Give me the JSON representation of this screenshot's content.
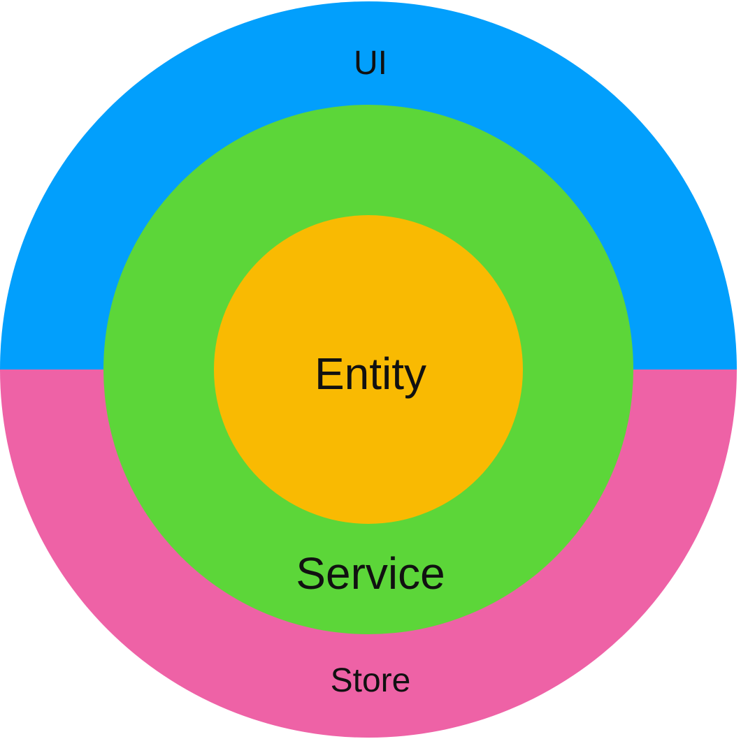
{
  "diagram": {
    "type": "concentric-rings",
    "background_color": "#FFFFFF",
    "label_color": "#111111",
    "layers": {
      "ui": {
        "label": "UI",
        "color": "#029FFC"
      },
      "store": {
        "label": "Store",
        "color": "#EE62A6"
      },
      "service": {
        "label": "Service",
        "color": "#5CD639"
      },
      "entity": {
        "label": "Entity",
        "color": "#F9BA02"
      }
    }
  }
}
